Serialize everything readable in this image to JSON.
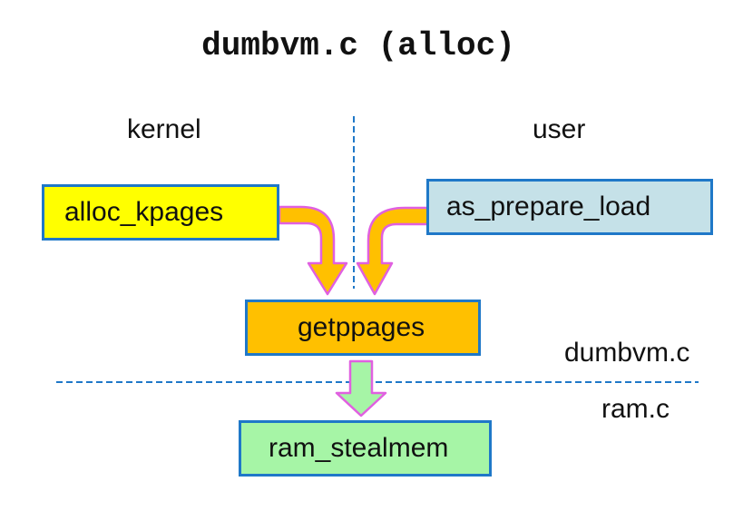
{
  "title": "dumbvm.c (alloc)",
  "labels": {
    "kernel": "kernel",
    "user": "user",
    "dumbvm_c": "dumbvm.c",
    "ram_c": "ram.c"
  },
  "boxes": {
    "alloc_kpages": "alloc_kpages",
    "as_prepare_load": "as_prepare_load",
    "getppages": "getppages",
    "ram_stealmem": "ram_stealmem"
  },
  "colors": {
    "alloc_kpages_fill": "#ffff00",
    "as_prepare_load_fill": "#c5e1e8",
    "getppages_fill": "#ffc000",
    "ram_stealmem_fill": "#a6f5a6",
    "box_border": "#1f78c8",
    "arrow_outline": "#e060e0",
    "orange_arrow": "#ffc000",
    "green_arrow": "#a6f5a6",
    "divider": "#1f78c8"
  }
}
